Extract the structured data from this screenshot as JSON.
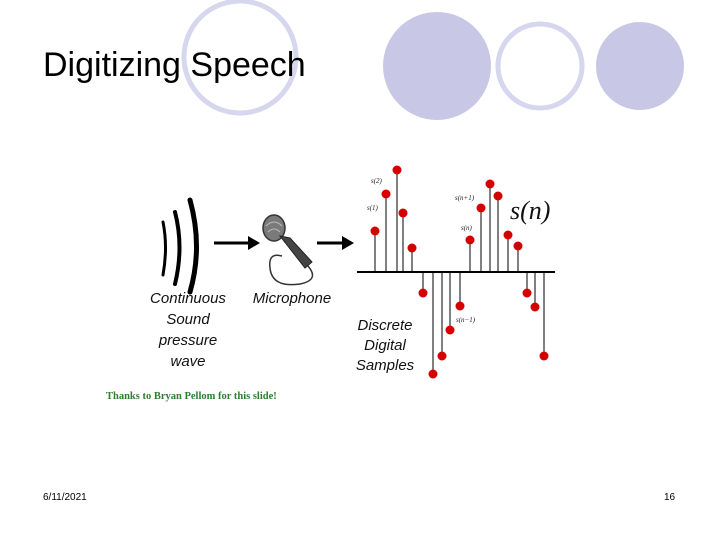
{
  "slide": {
    "title": "Digitizing Speech",
    "date": "6/11/2021",
    "page_number": "16"
  },
  "figure": {
    "label_continuous": [
      "Continuous",
      "Sound",
      "pressure",
      "wave"
    ],
    "label_microphone": "Microphone",
    "label_discrete": [
      "Discrete",
      "Digital",
      "Samples"
    ],
    "credit": "Thanks to Bryan Pellom for this slide!",
    "sn_label": "s(n)",
    "annotations": [
      "s(2)",
      "s(1)",
      "s(n+1)",
      "s(n)",
      "s(n−1)"
    ],
    "colors": {
      "decor_circle": "#c8c8e6",
      "decor_circle_outline": "#d6d6ee",
      "sample_dot": "#d40000",
      "credit_text": "#2f7d2f"
    }
  }
}
